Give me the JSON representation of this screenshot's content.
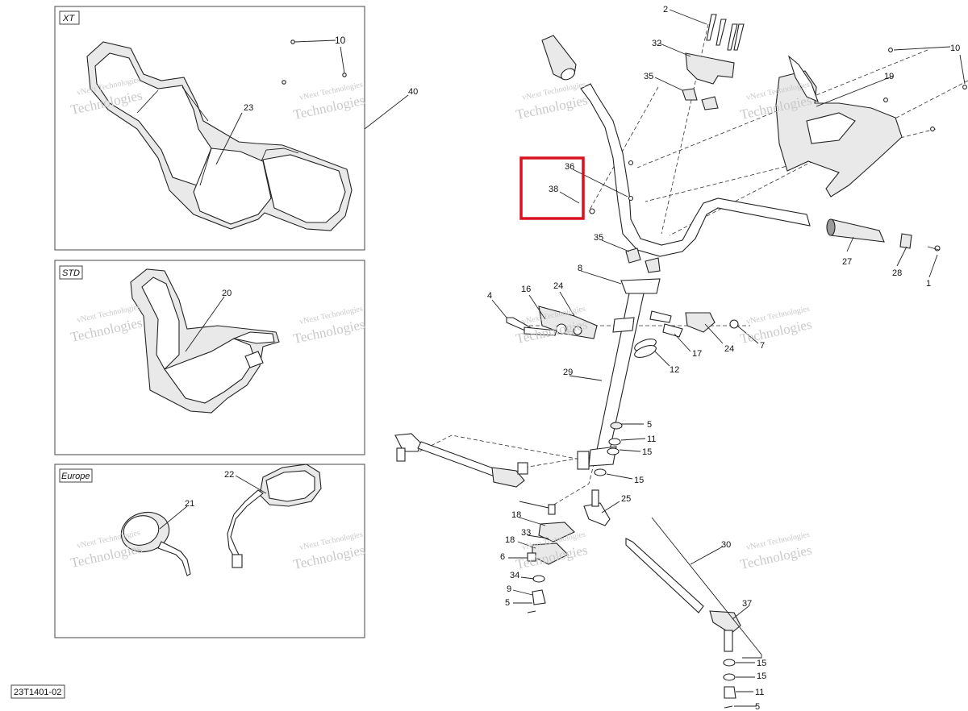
{
  "diagram": {
    "drawing_code": "23T1401-02",
    "insets": [
      {
        "label": "XT",
        "callouts": [
          "10",
          "23"
        ]
      },
      {
        "label": "STD",
        "callouts": [
          "20"
        ]
      },
      {
        "label": "Europe",
        "callouts": [
          "21",
          "22"
        ]
      }
    ],
    "inset_leader_callout": "40",
    "main_callouts": [
      "1",
      "2",
      "4",
      "5",
      "5",
      "5",
      "6",
      "7",
      "8",
      "9",
      "10",
      "11",
      "11",
      "12",
      "15",
      "15",
      "15",
      "15",
      "16",
      "17",
      "18",
      "18",
      "19",
      "24",
      "24",
      "25",
      "27",
      "28",
      "29",
      "30",
      "32",
      "33",
      "34",
      "35",
      "35",
      "36",
      "37",
      "38"
    ],
    "highlight": {
      "color": "#d9121f",
      "callouts": [
        "36",
        "38"
      ]
    },
    "watermark": {
      "line1": "vNext Technologies",
      "line2": "Technologies"
    }
  }
}
